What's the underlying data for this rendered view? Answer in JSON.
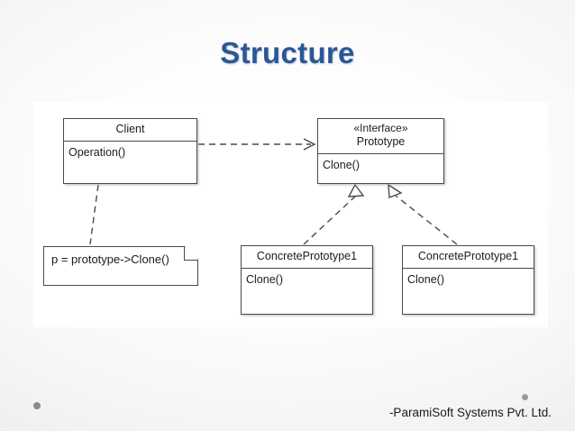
{
  "slide": {
    "title": "Structure",
    "title_color": "#2b5797",
    "background_color": "#f2f2f2"
  },
  "diagram": {
    "type": "uml-class-diagram",
    "panel_color": "#ffffff",
    "boxes": [
      {
        "id": "client",
        "stereotype": "",
        "name": "Client",
        "members": [
          "Operation()"
        ]
      },
      {
        "id": "prototype",
        "stereotype": "«Interface»",
        "name": "Prototype",
        "members": [
          "Clone()"
        ]
      },
      {
        "id": "concrete1",
        "stereotype": "",
        "name": "ConcretePrototype1",
        "members": [
          "Clone()"
        ]
      },
      {
        "id": "concrete2",
        "stereotype": "",
        "name": "ConcretePrototype1",
        "members": [
          "Clone()"
        ]
      }
    ],
    "note": {
      "text": "p = prototype->Clone()"
    },
    "connectors": [
      {
        "from": "client",
        "to": "prototype",
        "style": "dashed",
        "arrow": "open",
        "label": "dependency"
      },
      {
        "from": "concrete1",
        "to": "prototype",
        "style": "dashed",
        "arrow": "hollow-triangle",
        "label": "realization"
      },
      {
        "from": "concrete2",
        "to": "prototype",
        "style": "dashed",
        "arrow": "hollow-triangle",
        "label": "realization"
      },
      {
        "from": "client",
        "to": "note",
        "style": "dashed",
        "arrow": "none",
        "label": "note-anchor"
      }
    ]
  },
  "footer": {
    "text": "-ParamiSoft Systems Pvt. Ltd."
  }
}
